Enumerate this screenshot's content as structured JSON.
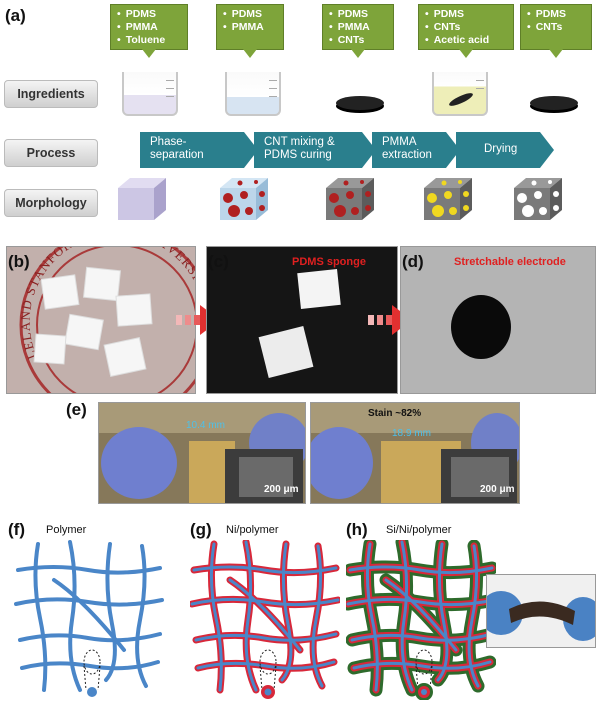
{
  "panels": {
    "a": "(a)",
    "b": "(b)",
    "c": "(c)",
    "d": "(d)",
    "e": "(e)",
    "f": "(f)",
    "g": "(g)",
    "h": "(h)"
  },
  "ingredients": [
    {
      "items": [
        "PDMS",
        "PMMA",
        "Toluene"
      ]
    },
    {
      "items": [
        "PDMS",
        "PMMA"
      ]
    },
    {
      "items": [
        "PDMS",
        "PMMA",
        "CNTs"
      ]
    },
    {
      "items": [
        "PDMS",
        "CNTs",
        "Acetic acid"
      ]
    },
    {
      "items": [
        "PDMS",
        "CNTs"
      ]
    }
  ],
  "row_labels": {
    "ingredients": "Ingredients",
    "process": "Process",
    "morphology": "Morphology"
  },
  "process_steps": [
    {
      "line1": "Phase-",
      "line2": "separation"
    },
    {
      "line1": "CNT mixing &",
      "line2": "PDMS curing"
    },
    {
      "line1": "PMMA",
      "line2": "extraction"
    },
    {
      "line1": "Drying",
      "line2": ""
    }
  ],
  "photo_labels": {
    "c": "PDMS sponge",
    "d": "Stretchable electrode",
    "b_seal": "LELAND STANFORD JUNIOR UNIVERSITY"
  },
  "panel_e": {
    "left_measure": "10.4 mm",
    "right_measure": "18.9 mm",
    "strain": "Stain ~82%",
    "scale_left": "200 μm",
    "scale_right": "200 μm"
  },
  "networks": {
    "f": "Polymer",
    "g": "Ni/polymer",
    "h": "Si/Ni/polymer"
  },
  "colors": {
    "green": "#7ea43a",
    "teal": "#2a7f8d",
    "red_pore": "#b02020",
    "blue_fiber": "#4a86c8",
    "ni_red": "#d8283a",
    "si_green": "#2e6b2c"
  }
}
